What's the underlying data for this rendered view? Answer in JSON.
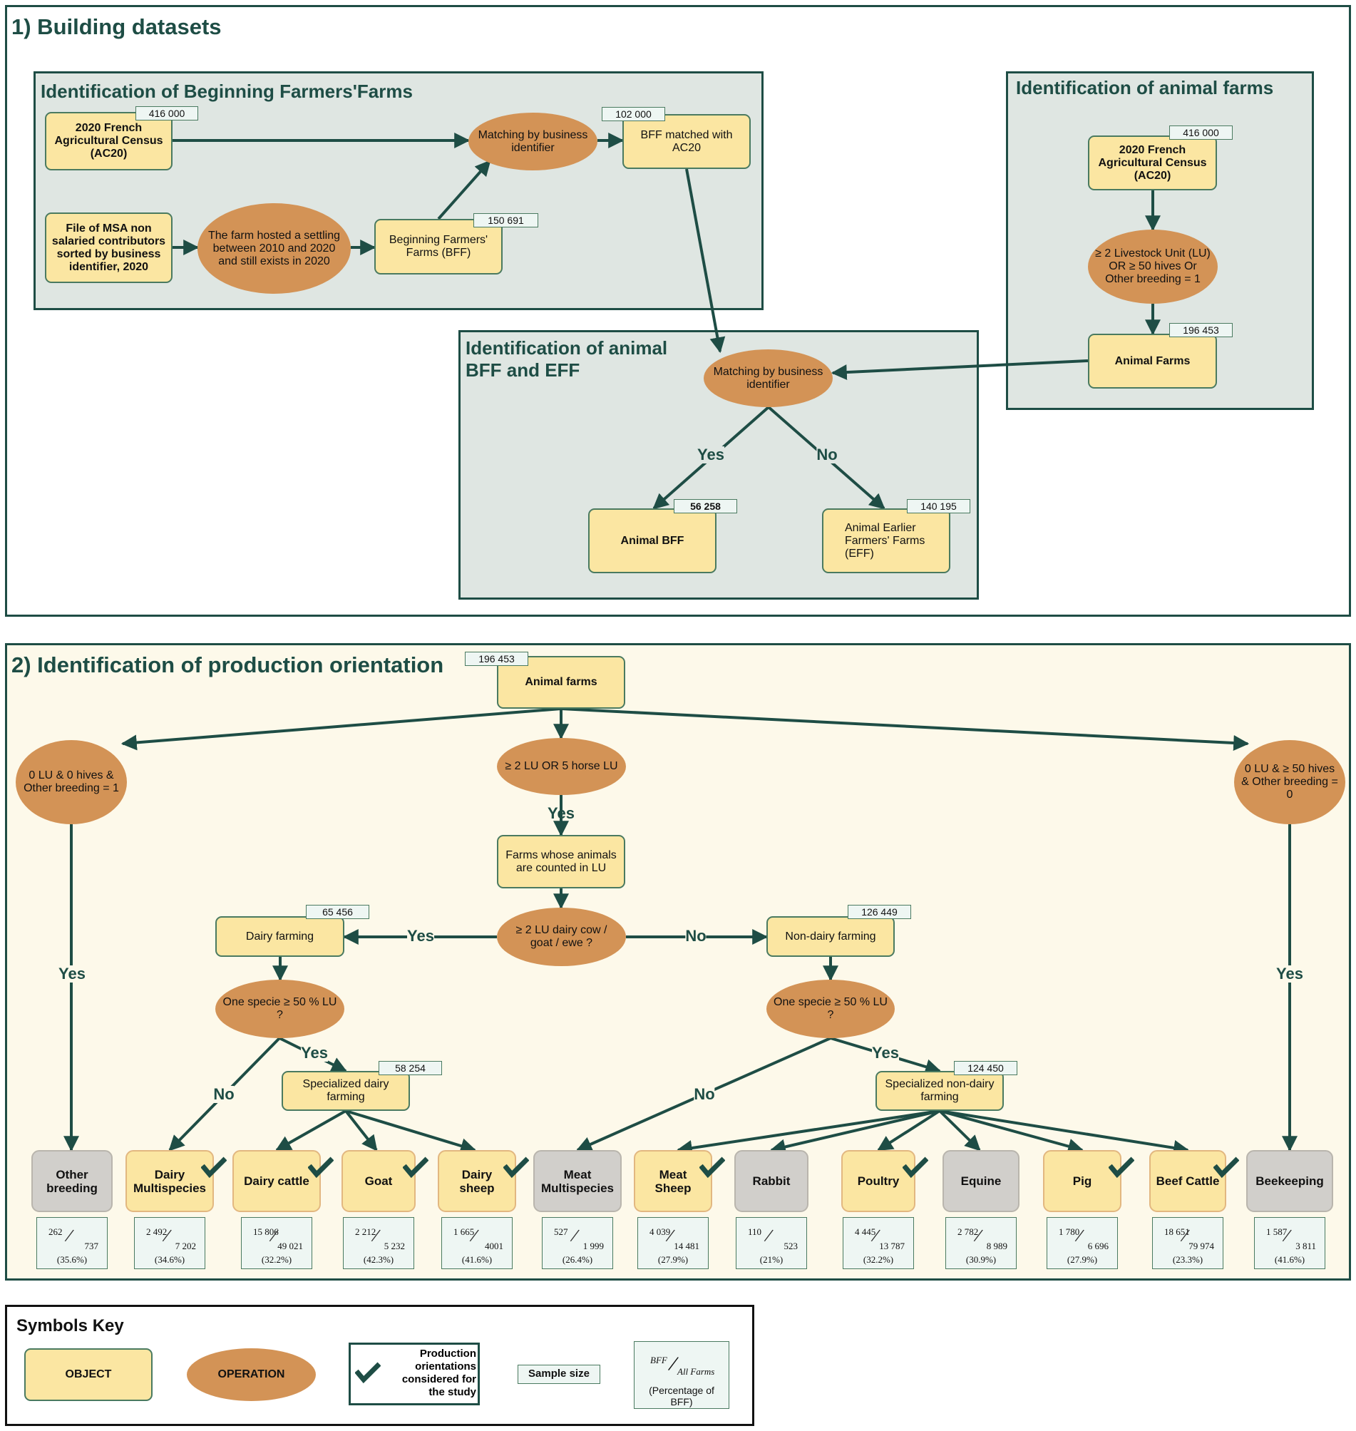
{
  "section1": {
    "title": "1) Building datasets",
    "bff_panel": {
      "title": "Identification of Beginning Farmers'Farms",
      "census": {
        "label": "2020 French Agricultural Census (AC20)",
        "sample": "416 000"
      },
      "msa_file": {
        "label": "File of MSA non salaried contributors sorted by business identifier, 2020"
      },
      "settling_op": {
        "label": "The farm hosted a settling between 2010 and 2020 and still exists in 2020"
      },
      "bff": {
        "label": "Beginning Farmers' Farms (BFF)",
        "sample": "150 691"
      },
      "matching_op": {
        "label": "Matching by business identifier"
      },
      "bff_matched": {
        "label": "BFF matched with AC20",
        "sample": "102 000"
      }
    },
    "animal_panel": {
      "title": "Identification of animal farms",
      "census": {
        "label": "2020 French Agricultural Census (AC20)",
        "sample": "416 000"
      },
      "criteria_op": {
        "label": "≥ 2 Livestock Unit (LU) OR ≥ 50 hives Or Other breeding = 1"
      },
      "animal_farms": {
        "label": "Animal Farms",
        "sample": "196 453"
      }
    },
    "bff_eff_panel": {
      "title": "Identification of animal BFF and EFF",
      "matching_op": {
        "label": "Matching by business identifier"
      },
      "yes": "Yes",
      "no": "No",
      "animal_bff": {
        "label": "Animal BFF",
        "sample": "56 258"
      },
      "animal_eff": {
        "label": "Animal Earlier Farmers' Farms (EFF)",
        "sample": "140 195"
      }
    }
  },
  "section2": {
    "title": "2) Identification of production orientation",
    "animal_farms": {
      "label": "Animal farms",
      "sample": "196 453"
    },
    "left_op": {
      "label": "0 LU & 0 hives & Other breeding = 1"
    },
    "center_op": {
      "label": "≥ 2 LU OR 5 horse LU"
    },
    "right_op": {
      "label": "0 LU & ≥ 50 hives & Other breeding = 0"
    },
    "lu_farms": {
      "label": "Farms whose animals are counted in LU"
    },
    "dairy_op": {
      "label": "≥ 2 LU dairy cow / goat / ewe ?"
    },
    "dairy": {
      "label": "Dairy farming",
      "sample": "65 456"
    },
    "nondairy": {
      "label": "Non-dairy farming",
      "sample": "126 449"
    },
    "species_op_left": {
      "label": "One specie ≥ 50 % LU ?"
    },
    "species_op_right": {
      "label": "One specie ≥ 50 % LU ?"
    },
    "spec_dairy": {
      "label": "Specialized dairy farming",
      "sample": "58 254"
    },
    "spec_nondairy": {
      "label": "Specialized non-dairy farming",
      "sample": "124 450"
    },
    "labels": {
      "yes": "Yes",
      "no": "No"
    },
    "leaves": [
      {
        "label": "Other breeding",
        "bff": "262",
        "all": "737",
        "pct": "(35.6%)",
        "considered": false
      },
      {
        "label": "Dairy Multispecies",
        "bff": "2 492",
        "all": "7 202",
        "pct": "(34.6%)",
        "considered": true
      },
      {
        "label": "Dairy cattle",
        "bff": "15 806",
        "all": "49 021",
        "pct": "(32.2%)",
        "considered": true
      },
      {
        "label": "Goat",
        "bff": "2 212",
        "all": "5 232",
        "pct": "(42.3%)",
        "considered": true
      },
      {
        "label": "Dairy sheep",
        "bff": "1 665",
        "all": "4001",
        "pct": "(41.6%)",
        "considered": true
      },
      {
        "label": "Meat Multispecies",
        "bff": "527",
        "all": "1 999",
        "pct": "(26.4%)",
        "considered": false
      },
      {
        "label": "Meat Sheep",
        "bff": "4 039",
        "all": "14 481",
        "pct": "(27.9%)",
        "considered": true
      },
      {
        "label": "Rabbit",
        "bff": "110",
        "all": "523",
        "pct": "(21%)",
        "considered": false
      },
      {
        "label": "Poultry",
        "bff": "4 445",
        "all": "13 787",
        "pct": "(32.2%)",
        "considered": true
      },
      {
        "label": "Equine",
        "bff": "2 782",
        "all": "8 989",
        "pct": "(30.9%)",
        "considered": false
      },
      {
        "label": "Pig",
        "bff": "1 780",
        "all": "6 696",
        "pct": "(27.9%)",
        "considered": true
      },
      {
        "label": "Beef Cattle",
        "bff": "18 651",
        "all": "79 974",
        "pct": "(23.3%)",
        "considered": true
      },
      {
        "label": "Beekeeping",
        "bff": "1 587",
        "all": "3 811",
        "pct": "(41.6%)",
        "considered": false
      }
    ]
  },
  "key": {
    "title": "Symbols Key",
    "object": "OBJECT",
    "operation": "OPERATION",
    "check_text": "Production orientations considered for the study",
    "sample_size": "Sample size",
    "bff": "BFF",
    "all_farms": "All Farms",
    "percentage": "(Percentage of BFF)"
  },
  "colors": {
    "border": "#1e4d45",
    "object": "#fbe6a2",
    "operation": "#d39356",
    "panel": "#dfe6e2",
    "section2_bg": "#fdf9ea",
    "grey_leaf": "#d1cfcb"
  }
}
